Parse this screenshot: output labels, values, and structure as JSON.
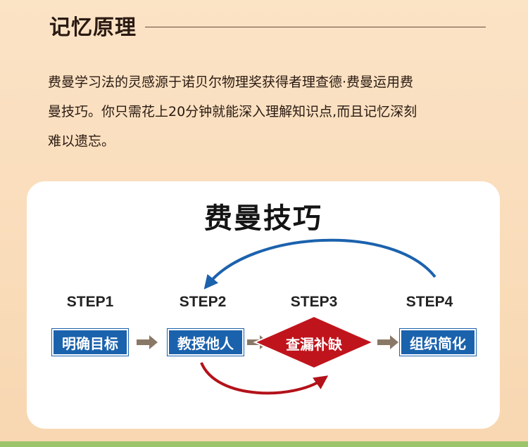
{
  "section": {
    "title": "记忆原理"
  },
  "intro": {
    "lines": [
      "费曼学习法的灵感源于诺贝尔物理奖获得者理查德·费曼运用费",
      "曼技巧。你只需花上20分钟就能深入理解知识点,而且记忆深刻",
      "难以遗忘。"
    ]
  },
  "card": {
    "title": "费曼技巧",
    "steps": [
      {
        "label": "STEP1",
        "action": "明确目标"
      },
      {
        "label": "STEP2",
        "action": "教授他人"
      },
      {
        "label": "STEP3",
        "action": "查漏补缺"
      },
      {
        "label": "STEP4",
        "action": "组织简化"
      }
    ]
  },
  "colors": {
    "step_box": "#1b62ad",
    "step3_diamond": "#c0141c",
    "forward_arrow": "#8a7866",
    "loop_arrow_blue": "#1b62ad",
    "loop_arrow_red": "#b3121a"
  }
}
